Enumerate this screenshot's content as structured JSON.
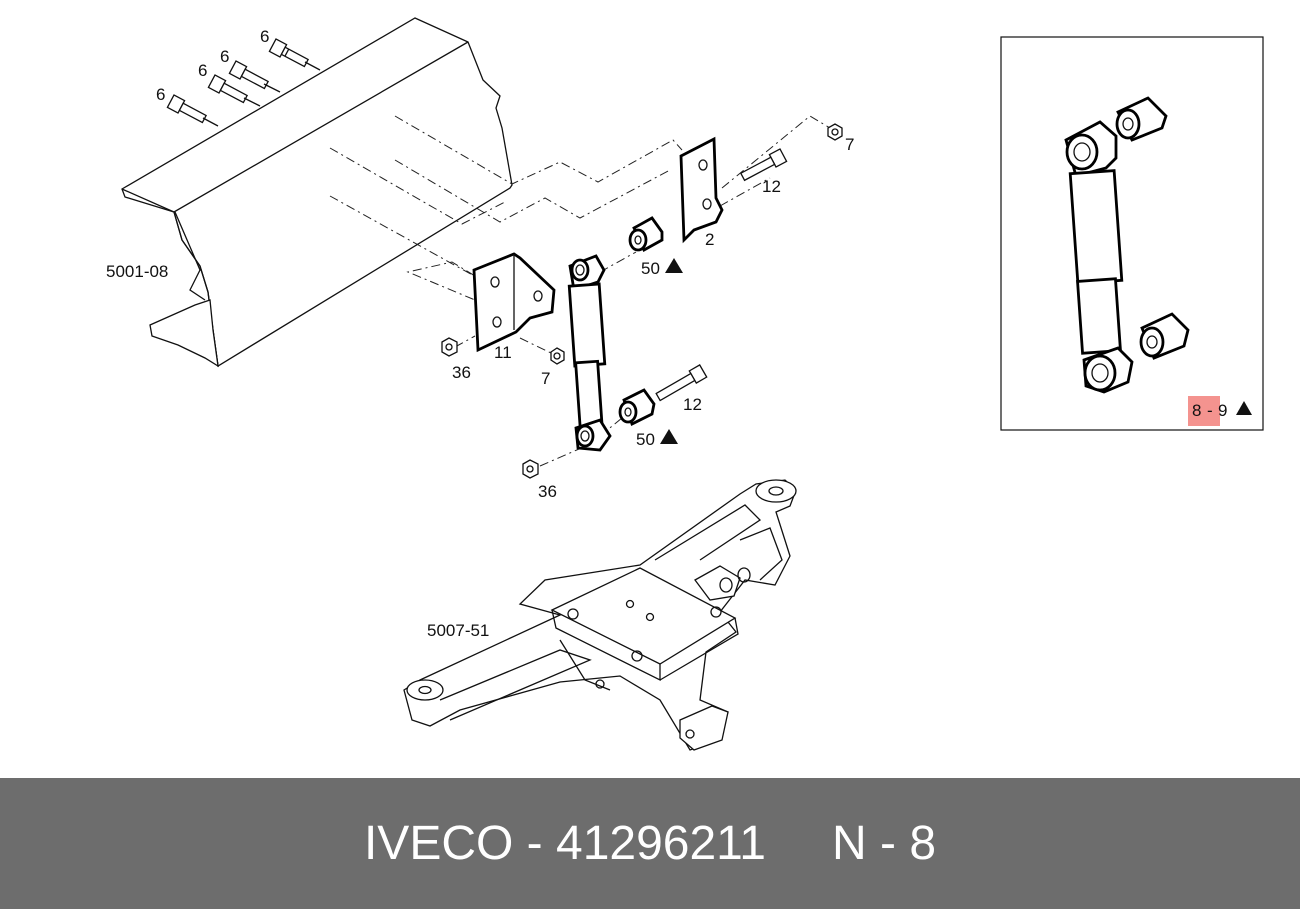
{
  "diagram": {
    "callouts": {
      "bolt_6_a": "6",
      "bolt_6_b": "6",
      "bolt_6_c": "6",
      "bolt_6_d": "6",
      "frame_ref": "5001-08",
      "nut_7_top": "7",
      "bolt_12_top": "12",
      "bracket_2": "2",
      "bush_50_top": "50",
      "bracket_11": "11",
      "nut_36_left": "36",
      "nut_7_mid": "7",
      "bolt_12_low": "12",
      "bush_50_low": "50",
      "nut_36_low": "36",
      "axle_ref": "5007-51"
    },
    "inset": {
      "part_from": "8",
      "separator": "-",
      "part_to": "9"
    },
    "colors": {
      "highlight": "#f4938f",
      "line": "#111111"
    }
  },
  "footer": {
    "brand_part": "IVECO - 41296211",
    "page_ref": "N - 8"
  }
}
